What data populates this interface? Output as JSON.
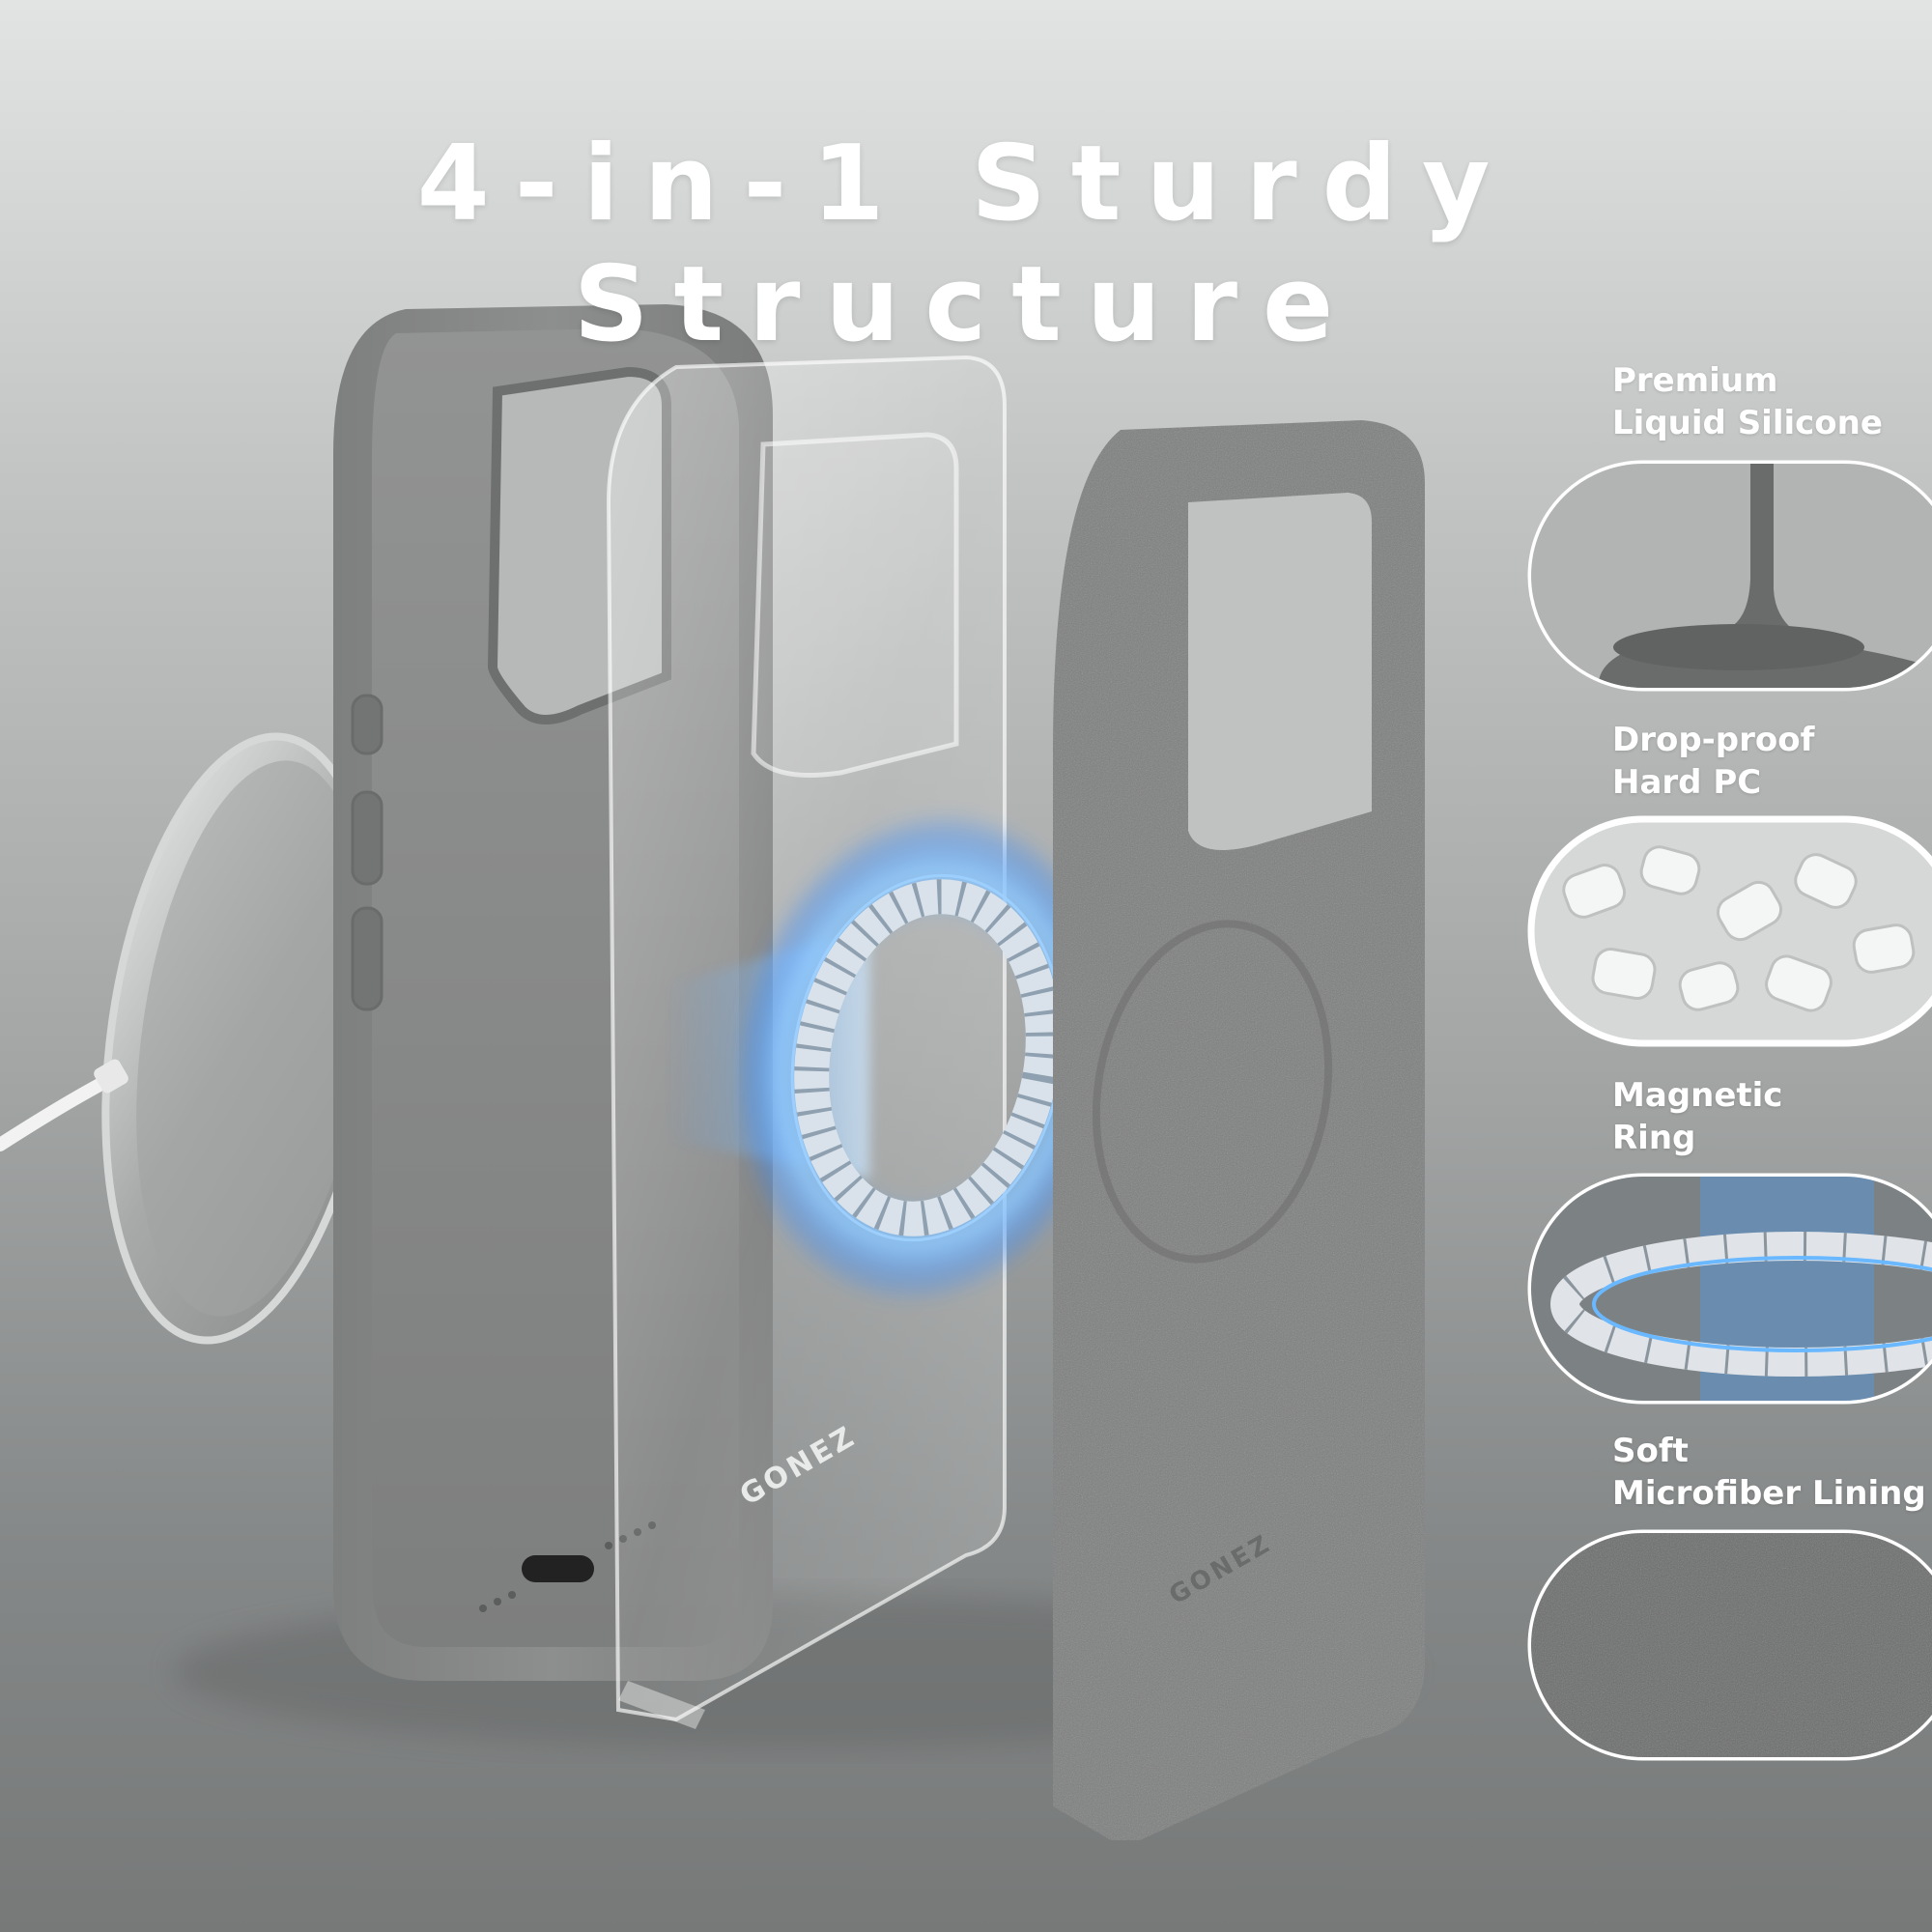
{
  "title": "4-in-1 Sturdy Structure",
  "brand": "GONEZ",
  "features": [
    {
      "line1": "Premium",
      "line2": "Liquid Silicone",
      "icon": "liquid-silicone-swirl"
    },
    {
      "line1": "Drop-proof",
      "line2": "Hard PC",
      "icon": "pc-pellets"
    },
    {
      "line1": "Magnetic",
      "line2": "Ring",
      "icon": "magnetic-ring"
    },
    {
      "line1": "Soft",
      "line2": "Microfiber Lining",
      "icon": "microfiber-texture"
    }
  ],
  "colors": {
    "case_gray": "#858585",
    "lining_gray": "#808080",
    "magnet_glow": "#4aa3ff",
    "title_text": "#ffffff"
  }
}
